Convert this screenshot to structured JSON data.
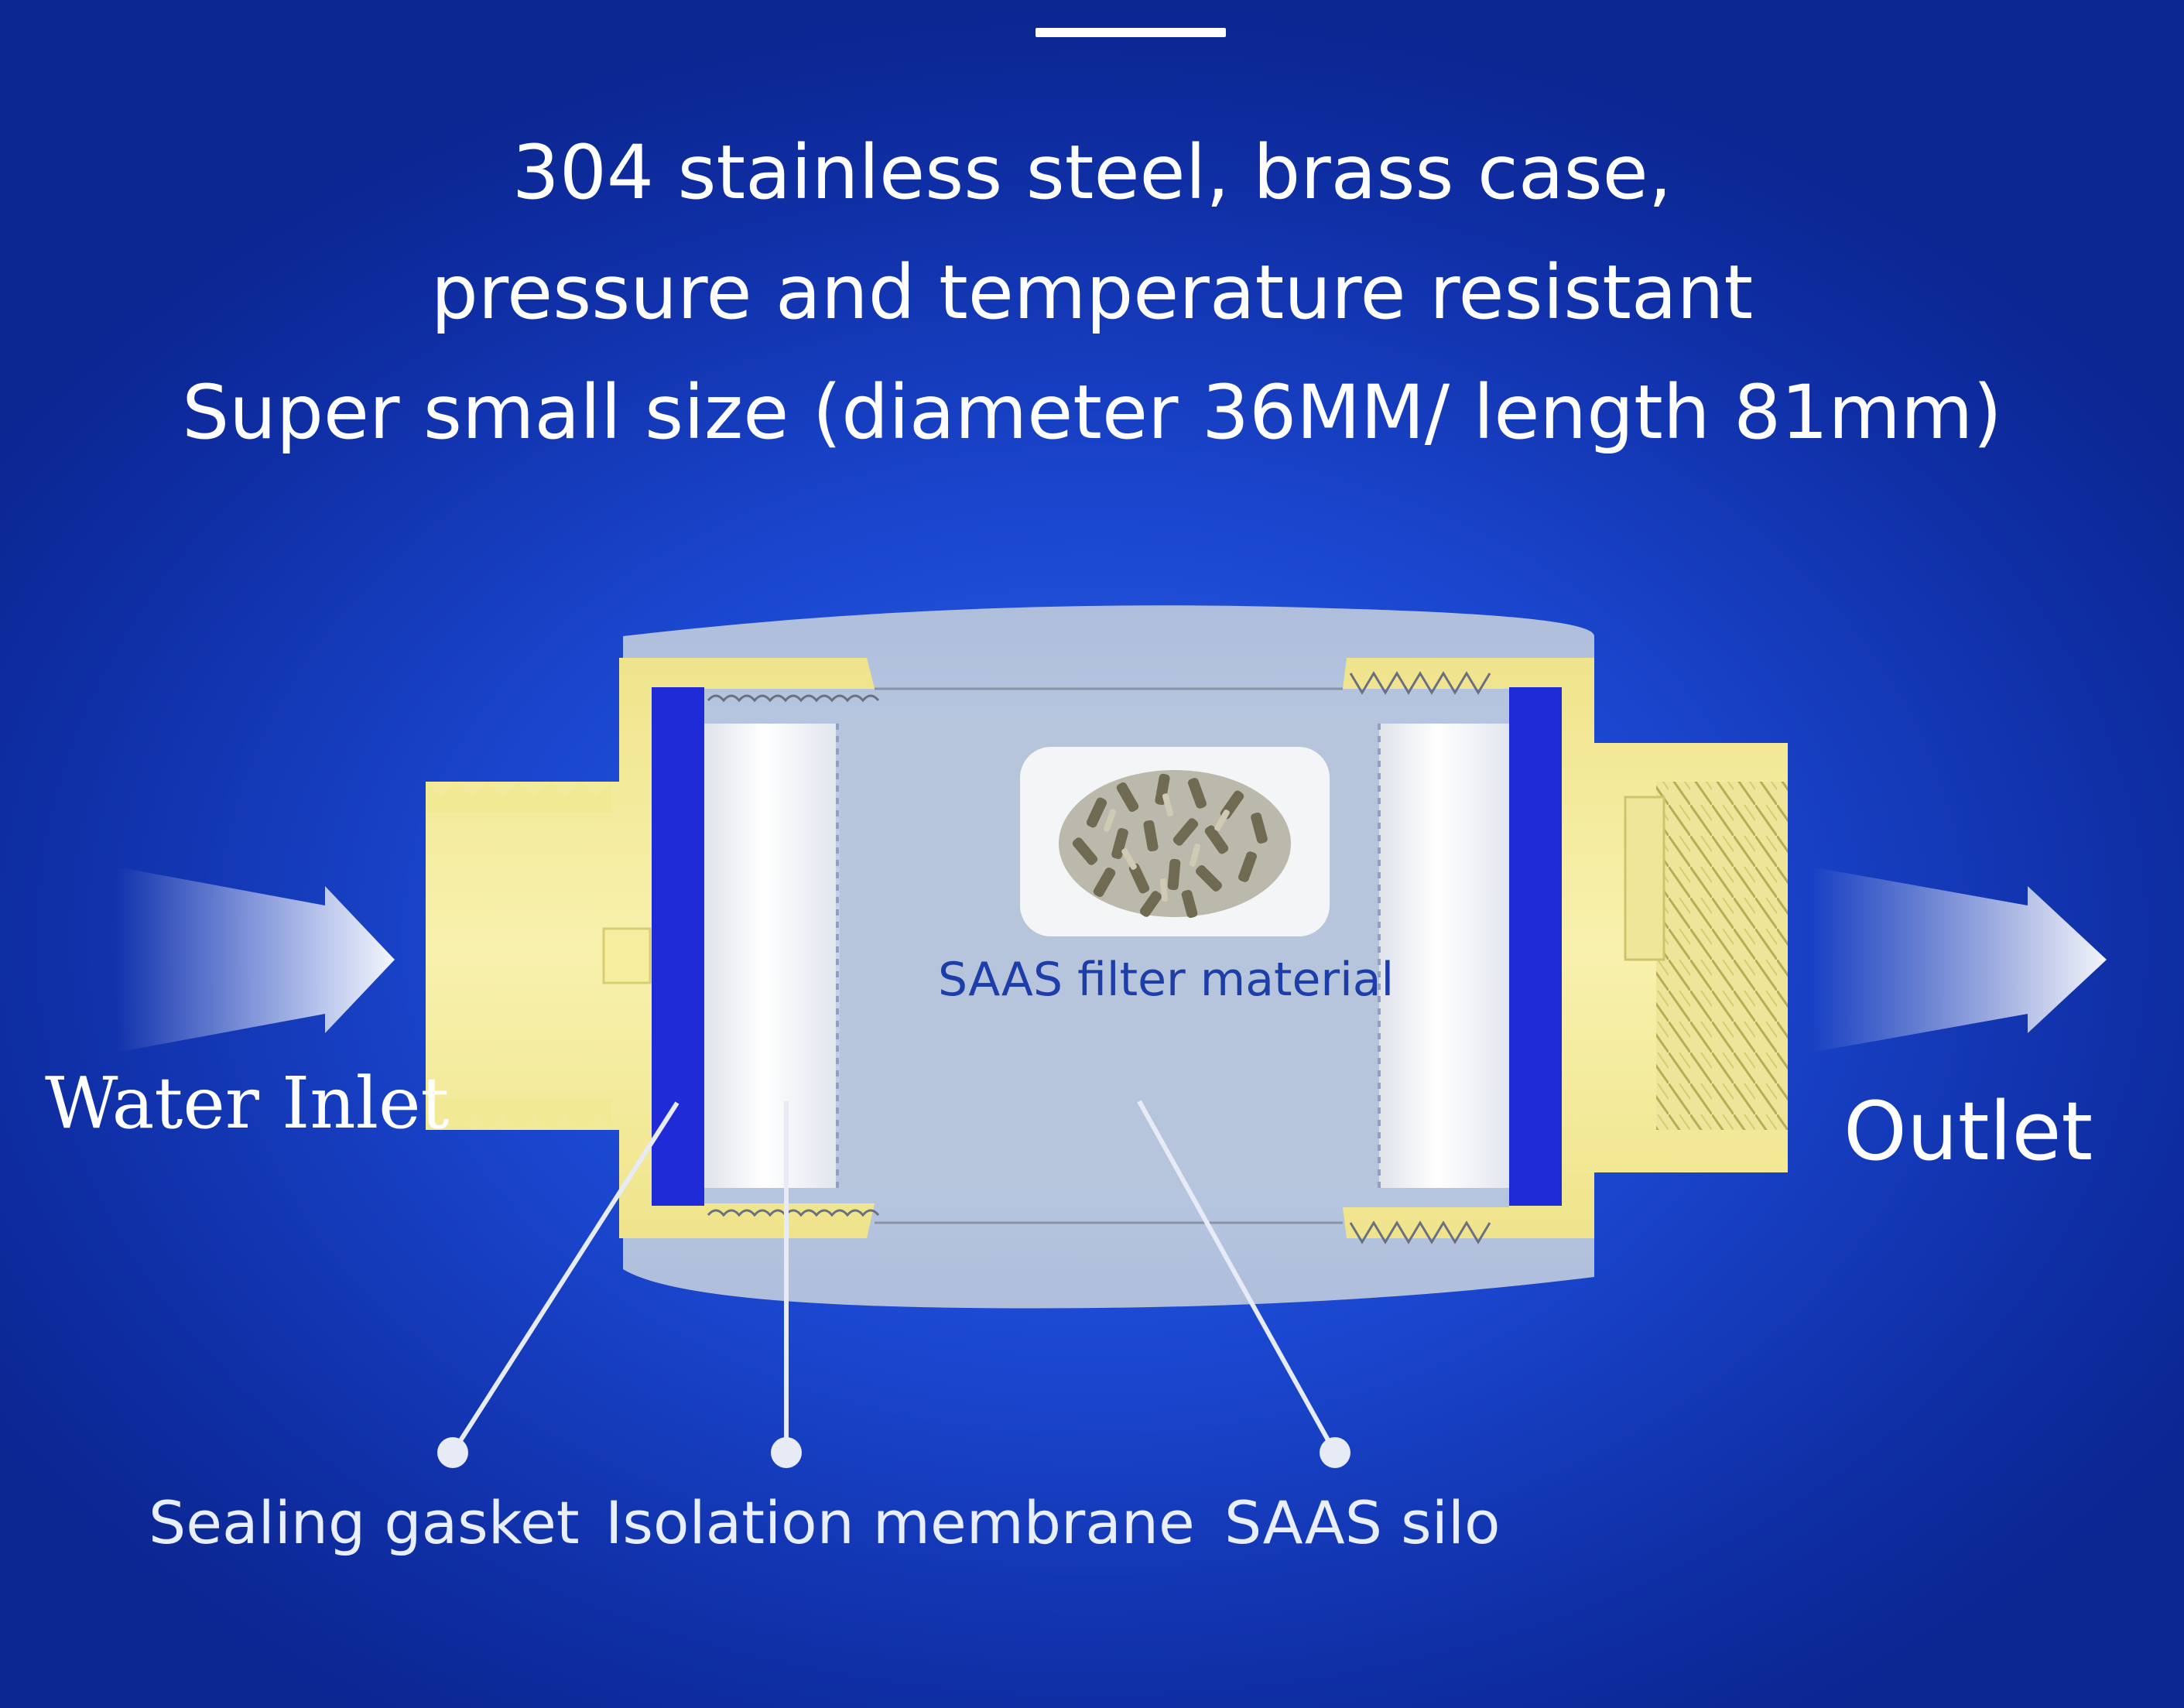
{
  "headline": {
    "line1": "304 stainless steel, brass case,",
    "line2": "pressure and temperature resistant",
    "line3": "Super small size (diameter 36MM/ length 81mm)"
  },
  "flow": {
    "inlet": "Water Inlet",
    "outlet": "Outlet"
  },
  "filter_material": {
    "label": "SAAS filter material"
  },
  "callouts": [
    {
      "label": "Sealing gasket"
    },
    {
      "label": "Isolation membrane"
    },
    {
      "label": "SAAS silo"
    }
  ],
  "colors": {
    "background": "#1b47d0",
    "brass": "#f4ec9c",
    "steel": "#b9c7df",
    "gasket": "#1f2bd6",
    "membrane": "#f3f5f8",
    "text": "#ffffff",
    "filter_text": "#1d3ea8"
  }
}
